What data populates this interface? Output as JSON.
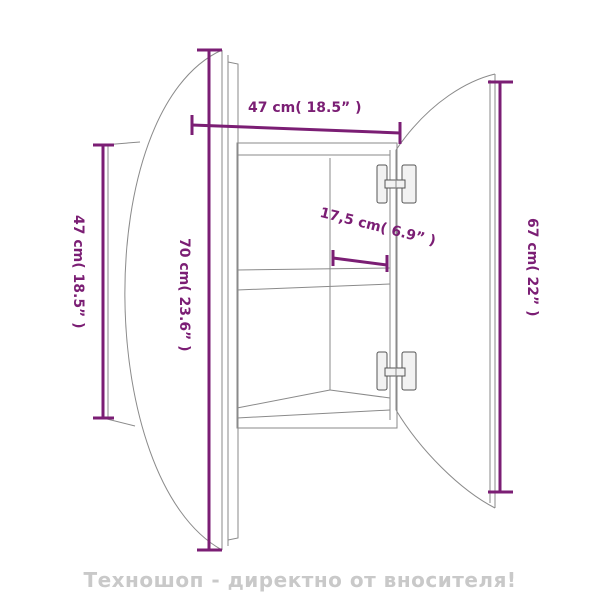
{
  "diagram": {
    "subject": "Round mirror bathroom cabinet with open door",
    "accent_color": "#7b1e74",
    "line_color": "#8a8a8a",
    "dimensions": {
      "top_width": "47 cm( 18.5” )",
      "shelf_depth": "17,5 cm( 6.9” )",
      "left_height": "47 cm( 18.5” )",
      "overall_height": "70 cm( 23.6” )",
      "door_height": "67 cm( 22” )"
    }
  },
  "watermark": "Техношоп - директно от вносителя!"
}
